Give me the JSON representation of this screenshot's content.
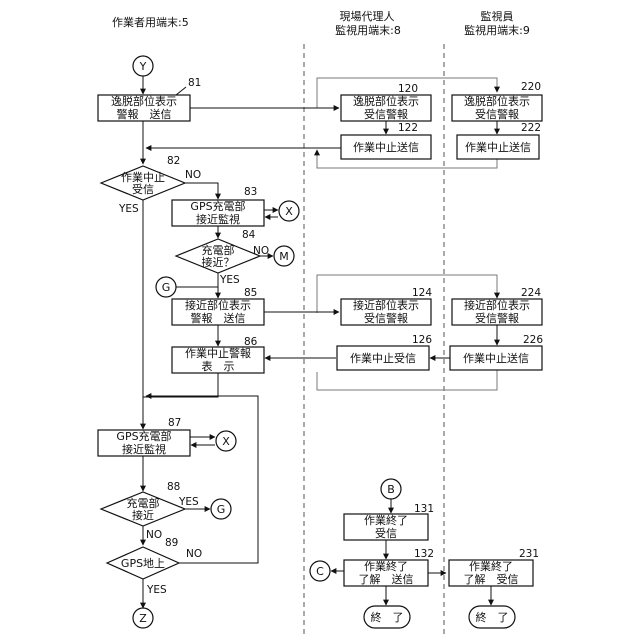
{
  "lanes": {
    "worker": "作業者用端末:5",
    "agent": [
      "現場代理人",
      "監視用端末:8"
    ],
    "monitor": [
      "監視員",
      "監視用端末:9"
    ]
  },
  "connectors": {
    "Y": "Y",
    "X1": "X",
    "M": "M",
    "G1": "G",
    "X2": "X",
    "G2": "G",
    "Z": "Z",
    "B": "B",
    "C": "C"
  },
  "steps": {
    "s81": {
      "ref": "81",
      "lines": [
        "逸脱部位表示",
        "警報　送信"
      ]
    },
    "s82": {
      "ref": "82",
      "lines": [
        "作業中止",
        "受信"
      ],
      "no": "NO",
      "yes": "YES"
    },
    "s83": {
      "ref": "83",
      "lines": [
        "GPS充電部",
        "接近監視"
      ]
    },
    "s84": {
      "ref": "84",
      "lines": [
        "充電部",
        "接近？"
      ],
      "no": "NO",
      "yes": "YES"
    },
    "s85": {
      "ref": "85",
      "lines": [
        "接近部位表示",
        "警報　送信"
      ]
    },
    "s86": {
      "ref": "86",
      "lines": [
        "作業中止警報",
        "表　示"
      ]
    },
    "s87": {
      "ref": "87",
      "lines": [
        "GPS充電部",
        "接近監視"
      ]
    },
    "s88": {
      "ref": "88",
      "lines": [
        "充電部",
        "接近"
      ],
      "yes": "YES",
      "no": "NO"
    },
    "s89": {
      "ref": "89",
      "lines": [
        "GPS地上"
      ],
      "no": "NO",
      "yes": "YES"
    },
    "s120": {
      "ref": "120",
      "lines": [
        "逸脱部位表示",
        "受信警報"
      ]
    },
    "s122": {
      "ref": "122",
      "lines": [
        "作業中止送信"
      ]
    },
    "s124": {
      "ref": "124",
      "lines": [
        "接近部位表示",
        "受信警報"
      ]
    },
    "s126": {
      "ref": "126",
      "lines": [
        "作業中止受信"
      ]
    },
    "s131": {
      "ref": "131",
      "lines": [
        "作業終了",
        "受信"
      ]
    },
    "s132": {
      "ref": "132",
      "lines": [
        "作業終了",
        "了解　送信"
      ]
    },
    "end8": {
      "lines": [
        "終　了"
      ]
    },
    "s220": {
      "ref": "220",
      "lines": [
        "逸脱部位表示",
        "受信警報"
      ]
    },
    "s222": {
      "ref": "222",
      "lines": [
        "作業中止送信"
      ]
    },
    "s224": {
      "ref": "224",
      "lines": [
        "接近部位表示",
        "受信警報"
      ]
    },
    "s226": {
      "ref": "226",
      "lines": [
        "作業中止送信"
      ]
    },
    "s231": {
      "ref": "231",
      "lines": [
        "作業終了",
        "了解　受信"
      ]
    },
    "end9": {
      "lines": [
        "終　了"
      ]
    }
  }
}
